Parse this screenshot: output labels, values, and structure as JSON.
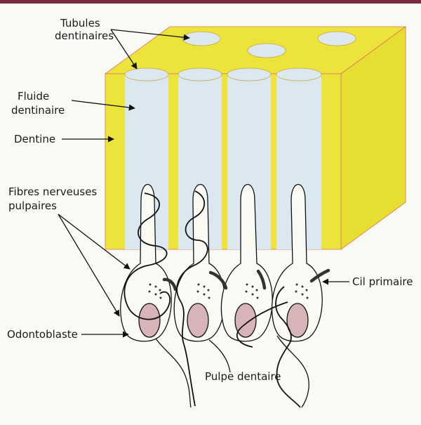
{
  "labels": {
    "tubules_line1": "Tubules",
    "tubules_line2": "dentinaires",
    "fluid_line1": "Fluide",
    "fluid_line2": "dentinaire",
    "dentine": "Dentine",
    "fibers_line1": "Fibres nerveuses",
    "fibers_line2": "pulpaires",
    "odontoblast": "Odontoblaste",
    "cilium": "Cil primaire",
    "pulp": "Pulpe dentaire"
  },
  "colors": {
    "dentine": "#ece43b",
    "dentine_edge": "#e0735a",
    "tubule_fluid": "#dce8ef",
    "nucleus": "#d8b4b6",
    "top_bar": "#7a2b3b"
  }
}
